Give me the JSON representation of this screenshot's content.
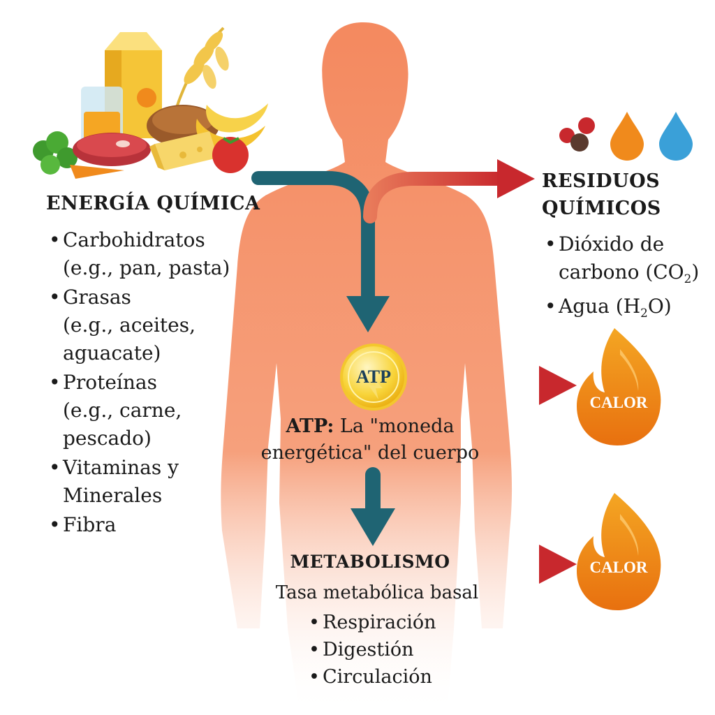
{
  "left": {
    "heading": "ENERGÍA QUÍMICA",
    "items": [
      {
        "name": "Carbohidratos",
        "example": "(e.g., pan, pasta)"
      },
      {
        "name": "Grasas",
        "example": "(e.g., aceites, aguacate)"
      },
      {
        "name": "Proteínas",
        "example": "(e.g., carne, pescado)"
      },
      {
        "name": "Vitaminas y Minerales",
        "example": ""
      },
      {
        "name": "Fibra",
        "example": ""
      }
    ]
  },
  "right": {
    "heading_line1": "RESIDUOS",
    "heading_line2": "QUÍMICOS",
    "item1_text": "Dióxido de carbono (CO",
    "item1_sub": "2",
    "item1_end": ")",
    "item2_text": "Agua (H",
    "item2_sub": "2",
    "item2_end": "O)"
  },
  "center": {
    "atp_label": "ATP",
    "caption_bold": "ATP:",
    "caption_rest": " La \"moneda energética\" del cuerpo",
    "metabolism_heading": "METABOLISMO",
    "metabolism_sub": "Tasa metabólica basal",
    "metabolism_items": [
      "Respiración",
      "Digestión",
      "Circulación"
    ]
  },
  "flames": {
    "top_label": "CALOR",
    "bottom_label": "CALOR"
  },
  "colors": {
    "body": "#f4895f",
    "arrow_teal": "#1f6473",
    "arrow_red": "#c8282d",
    "flame": "#f08a1c",
    "atp_gold": "#f5c01a"
  }
}
